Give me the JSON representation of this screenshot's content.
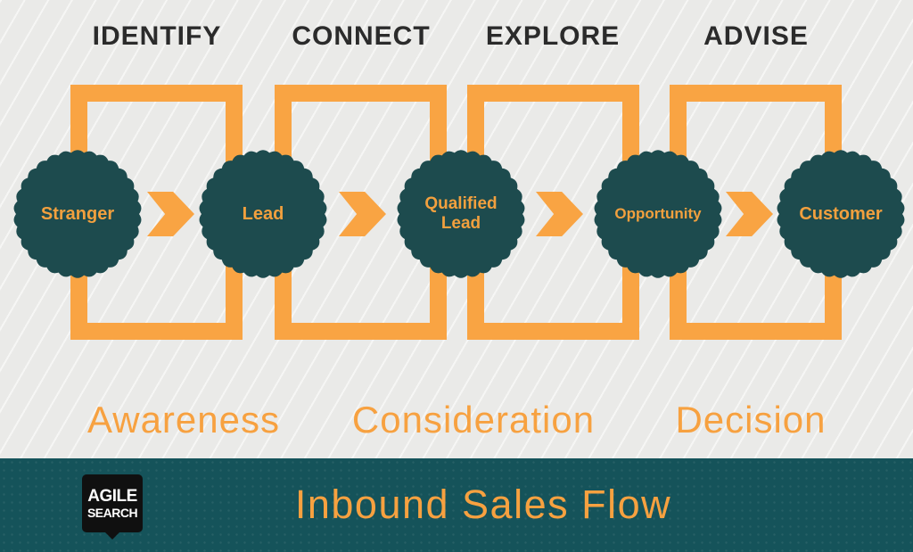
{
  "palette": {
    "orange": "#F9A443",
    "orange_text": "#F2A03E",
    "seal_teal": "#1D4B4E",
    "footer_teal": "#15535A",
    "heading_black": "#2B2B2B",
    "background_gray": "#EAEAE8",
    "logo_black": "#101010",
    "logo_text_white": "#FFFFFF"
  },
  "phases": [
    {
      "label": "IDENTIFY"
    },
    {
      "label": "CONNECT"
    },
    {
      "label": "EXPLORE"
    },
    {
      "label": "ADVISE"
    }
  ],
  "stages": [
    {
      "label": "Stranger"
    },
    {
      "label": "Lead"
    },
    {
      "label": "Qualified Lead"
    },
    {
      "label": "Opportunity"
    },
    {
      "label": "Customer"
    }
  ],
  "funnel_stages": [
    {
      "label": "Awareness"
    },
    {
      "label": "Consideration"
    },
    {
      "label": "Decision"
    }
  ],
  "footer": {
    "title": "Inbound Sales Flow",
    "logo_line1": "AGILE",
    "logo_line2": "SEARCH"
  }
}
